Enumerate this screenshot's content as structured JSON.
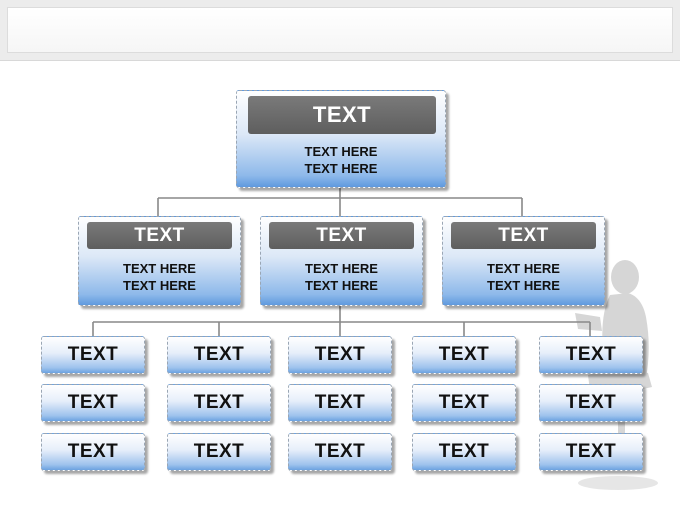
{
  "root": {
    "title": "TEXT",
    "line1": "TEXT HERE",
    "line2": "TEXT HERE"
  },
  "mid": [
    {
      "title": "TEXT",
      "line1": "TEXT HERE",
      "line2": "TEXT HERE"
    },
    {
      "title": "TEXT",
      "line1": "TEXT HERE",
      "line2": "TEXT HERE"
    },
    {
      "title": "TEXT",
      "line1": "TEXT HERE",
      "line2": "TEXT HERE"
    }
  ],
  "leaves": [
    [
      "TEXT",
      "TEXT",
      "TEXT"
    ],
    [
      "TEXT",
      "TEXT",
      "TEXT"
    ],
    [
      "TEXT",
      "TEXT",
      "TEXT"
    ],
    [
      "TEXT",
      "TEXT",
      "TEXT"
    ],
    [
      "TEXT",
      "TEXT",
      "TEXT"
    ]
  ],
  "colors": {
    "box_top": "#ffffff",
    "box_bottom": "#5f99de",
    "title_bar": "#6b6b6b",
    "connector": "#888888"
  }
}
